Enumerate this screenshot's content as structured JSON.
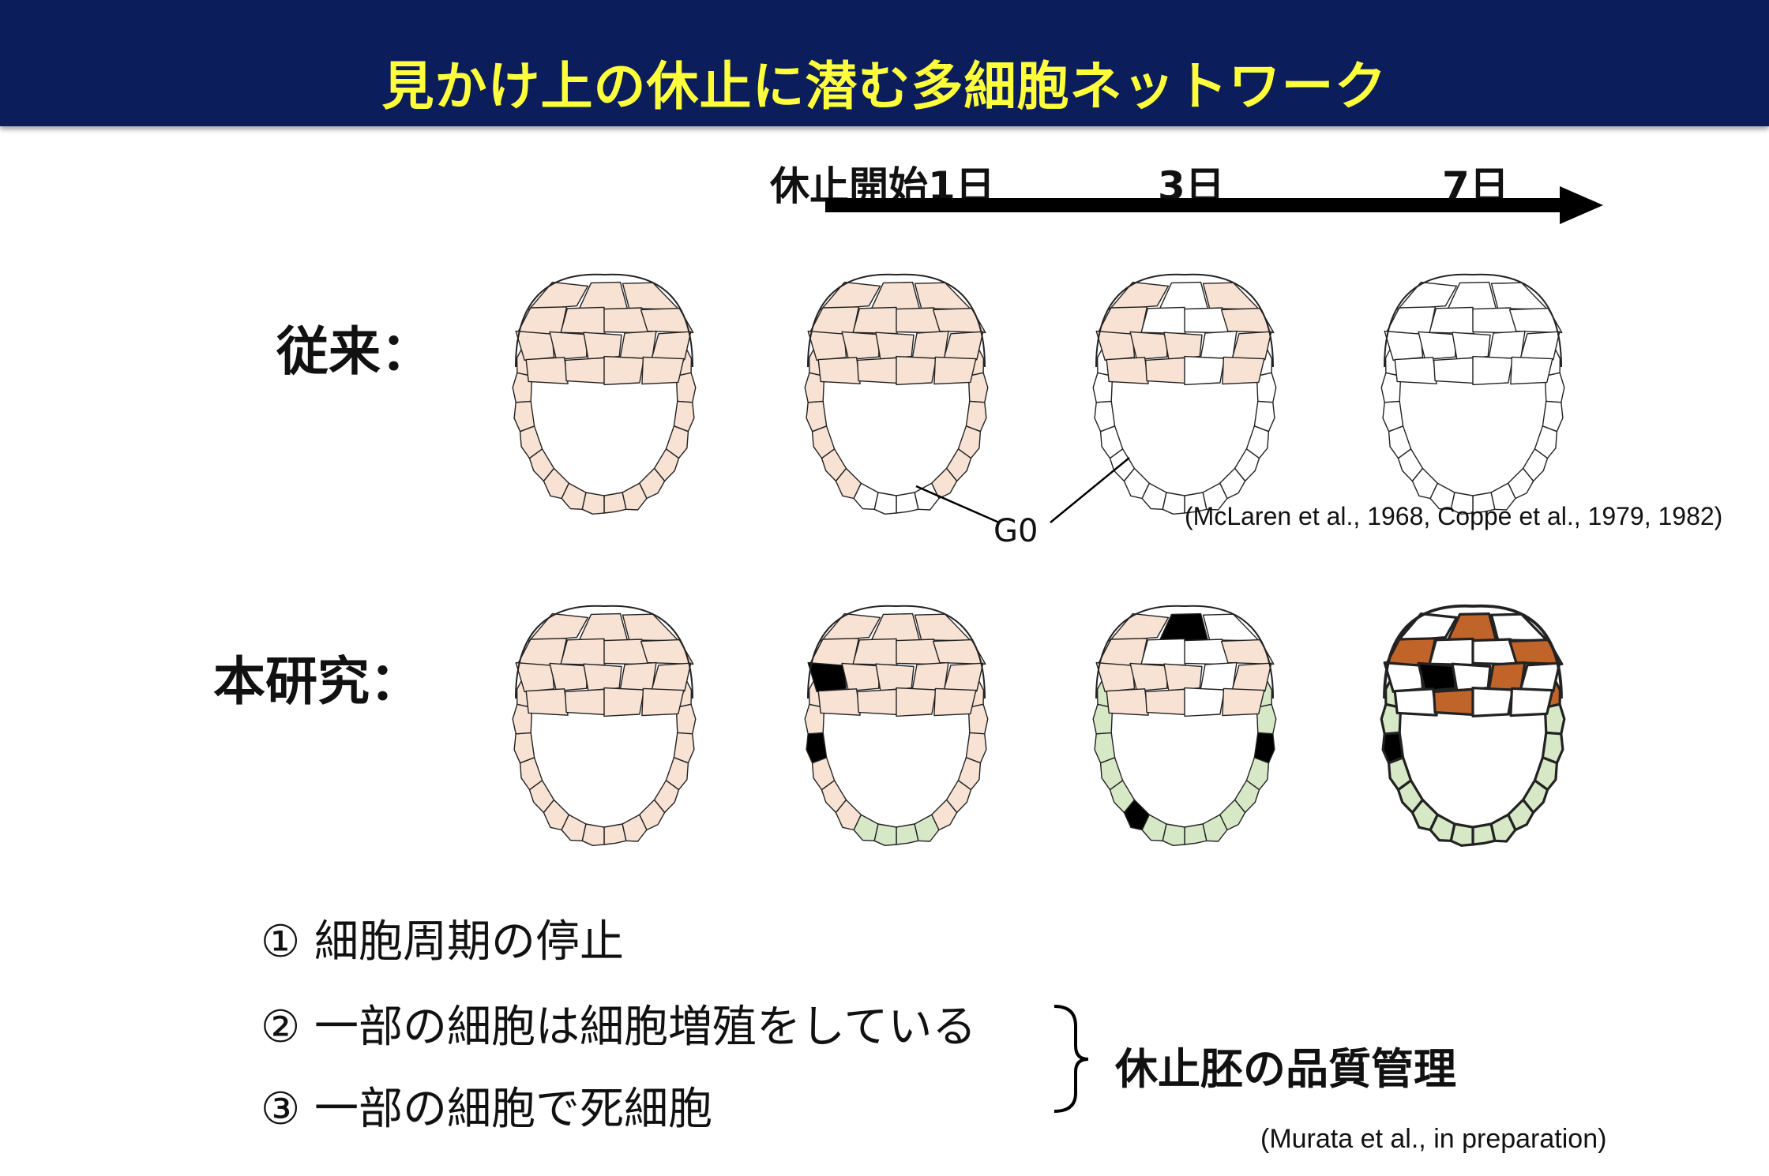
{
  "title": "見かけ上の休止に潜む多細胞ネットワーク",
  "timeline": {
    "labels": [
      "休止開始1日",
      "3日",
      "7日"
    ]
  },
  "rows": [
    {
      "label": "従来：",
      "embryos": [
        {
          "cells": "all-peach"
        },
        {
          "cells": "peach-with-white-bottom"
        },
        {
          "cells": "peach-top-white-ring"
        },
        {
          "cells": "all-white"
        }
      ],
      "annotation": "G0",
      "citation": "(McLaren et al., 1968, Coppe et al., 1979, 1982)"
    },
    {
      "label": "本研究：",
      "embryos": [
        {
          "cells": "all-peach"
        },
        {
          "cells": "peach-green-bottom-black-cells"
        },
        {
          "cells": "peach-top-green-ring-black-cells"
        },
        {
          "cells": "white-orange-top-green-ring-black-cells"
        }
      ]
    }
  ],
  "findings": [
    "① 細胞周期の停止",
    "② 一部の細胞は細胞増殖をしている",
    "③ 一部の細胞で死細胞"
  ],
  "bracket_label": "休止胚の品質管理",
  "citation2": "(Murata et al., in preparation)",
  "colors": {
    "title_bg": "#0b1d5a",
    "title_text": "#ffff3c",
    "peach": "#f7e2d4",
    "green": "#d6e8c6",
    "orange": "#c1642a",
    "black": "#000000",
    "white": "#ffffff"
  }
}
